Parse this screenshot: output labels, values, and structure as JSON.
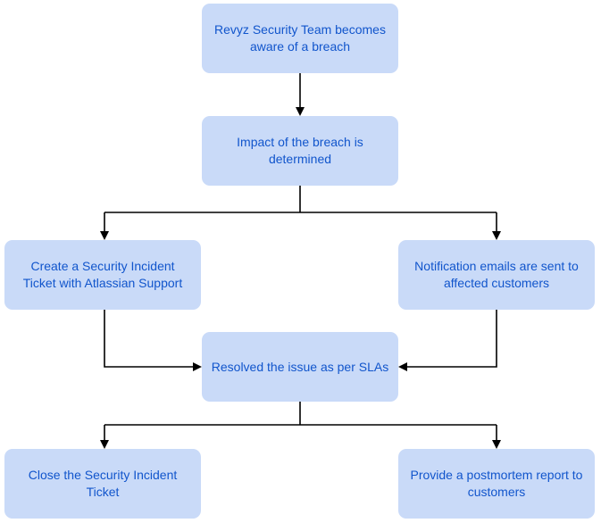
{
  "flowchart": {
    "nodes": {
      "aware": "Revyz Security Team becomes aware of a breach",
      "impact": "Impact of the breach is determined",
      "ticket": "Create a Security Incident Ticket with Atlassian Support",
      "notify": "Notification emails are sent to affected customers",
      "resolve": "Resolved the issue as per SLAs",
      "close": "Close the Security Incident Ticket",
      "report": "Provide a postmortem report to customers"
    },
    "colors": {
      "node_fill": "#c9daf8",
      "node_text": "#1155cc",
      "connector": "#000000"
    },
    "edges": [
      {
        "from": "aware",
        "to": "impact"
      },
      {
        "from": "impact",
        "to": "ticket"
      },
      {
        "from": "impact",
        "to": "notify"
      },
      {
        "from": "ticket",
        "to": "resolve"
      },
      {
        "from": "notify",
        "to": "resolve"
      },
      {
        "from": "resolve",
        "to": "close"
      },
      {
        "from": "resolve",
        "to": "report"
      }
    ]
  }
}
